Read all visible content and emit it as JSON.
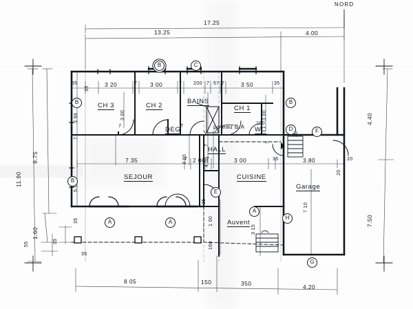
{
  "drawing": {
    "type": "architectural-floor-plan",
    "north_label": "NORD",
    "paper_color": "#fdfdfd",
    "ink_color": "#15171b"
  },
  "rooms": [
    {
      "id": "ch3",
      "label": "CH 3",
      "underlined": true
    },
    {
      "id": "ch2",
      "label": "CH 2",
      "underlined": true
    },
    {
      "id": "bains",
      "label": "BAINS",
      "underlined": true
    },
    {
      "id": "ch1",
      "label": "CH 1",
      "underlined": true
    },
    {
      "id": "degt",
      "label": "DEG",
      "sup": "T",
      "underlined": true
    },
    {
      "id": "wc",
      "label": "WC",
      "underlined": true
    },
    {
      "id": "hall",
      "label": "HALL",
      "underlined": true
    },
    {
      "id": "sejour",
      "label": "SEJOUR",
      "underlined": true
    },
    {
      "id": "cuisine",
      "label": "CUISINE",
      "underlined": true
    },
    {
      "id": "garage",
      "label": "Garage",
      "underlined": true
    },
    {
      "id": "auvent",
      "label": "Auvent",
      "underlined": true
    },
    {
      "id": "poteau",
      "label": "poteau B.A",
      "underlined": false
    }
  ],
  "dimensions": {
    "top_outer": "17.25",
    "top_inner_left": "13.25",
    "top_inner_right": "4.00",
    "bottom": [
      "8 05",
      "150",
      "350",
      "4.20"
    ],
    "left_outer": "11.90",
    "left_inner": "9.75",
    "left_lower": "1.60",
    "left_small": "55",
    "left_wall_thk": "35",
    "right_top": "4.40",
    "right_bottom": "7.50",
    "interior_top_row": [
      "35",
      "35",
      "3 20",
      "7",
      "3 00",
      "7",
      "200",
      "7",
      "57",
      "7",
      "3 50",
      "35"
    ],
    "interior_left_col": [
      "3 98",
      "7",
      "5 00",
      "35"
    ],
    "interior_mid_row": [
      "7 35",
      "7",
      "2 06",
      "7",
      "3 00",
      "35",
      "3.80",
      "20"
    ],
    "ch3_depth": "3 00",
    "ch3_door": "7",
    "sejour_depth": "3 00",
    "ch1_depth": "3 00",
    "ch1_win": "160",
    "wc_depth": "7",
    "hall_depth": "4 00",
    "hall_small": "7",
    "cuisine_thk": "35",
    "garage_depth": "7 10",
    "garage_right": "20",
    "auvent_w": "1 00",
    "auvent_d": "160",
    "stair_dim": "3 15",
    "terrace_thk": "35",
    "wc_side": "7",
    "bains_side": "7",
    "left_b_small": "20"
  },
  "markers": [
    {
      "id": "b-top",
      "letter": "B",
      "double": true
    },
    {
      "id": "c-top",
      "letter": "C",
      "double": false
    },
    {
      "id": "b-left-1",
      "letter": "B",
      "double": false
    },
    {
      "id": "b-left-2",
      "letter": "B",
      "double": false
    },
    {
      "id": "b-right",
      "letter": "B",
      "double": false
    },
    {
      "id": "d-right",
      "letter": "D",
      "double": false
    },
    {
      "id": "f-right",
      "letter": "F",
      "double": false
    },
    {
      "id": "e-mid",
      "letter": "E",
      "double": false
    },
    {
      "id": "a-sejour-1",
      "letter": "A",
      "double": false
    },
    {
      "id": "a-sejour-2",
      "letter": "A",
      "double": false
    },
    {
      "id": "a-cuisine",
      "letter": "A",
      "double": false
    },
    {
      "id": "h-right",
      "letter": "H",
      "double": false
    },
    {
      "id": "g-bottom",
      "letter": "G",
      "double": false
    }
  ]
}
